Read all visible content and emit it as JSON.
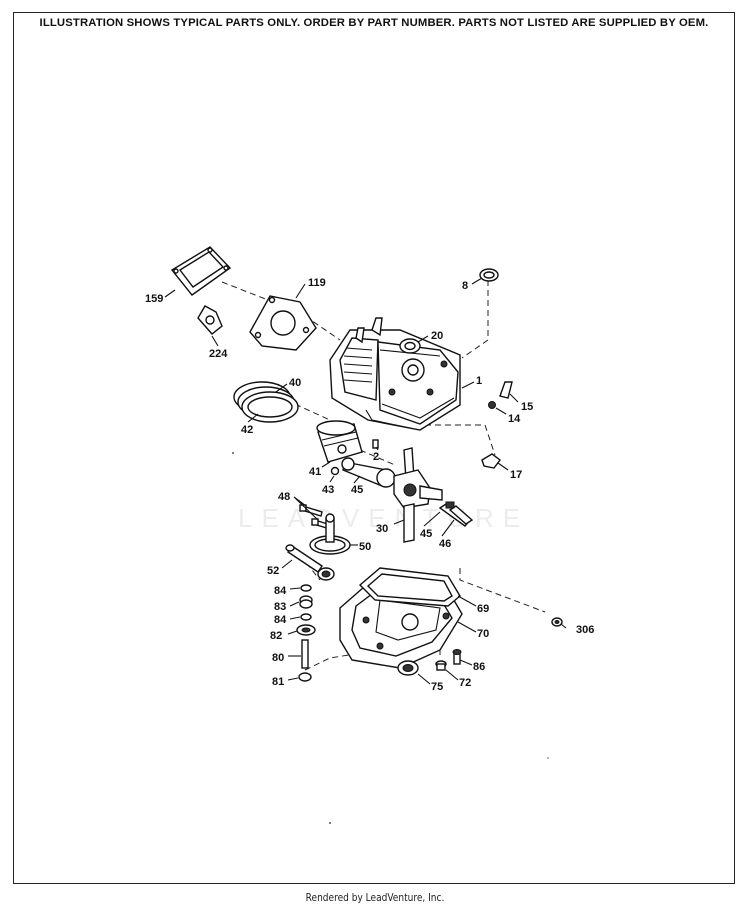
{
  "header": {
    "notice": "ILLUSTRATION SHOWS TYPICAL PARTS ONLY. ORDER BY PART NUMBER. PARTS NOT LISTED ARE SUPPLIED BY OEM."
  },
  "watermark": "LEADVENTURE",
  "callouts": {
    "c159": "159",
    "c119": "119",
    "c224": "224",
    "c8": "8",
    "c20": "20",
    "c40": "40",
    "c1": "1",
    "c42": "42",
    "c15": "15",
    "c14": "14",
    "c2": "2",
    "c41": "41",
    "c43": "43",
    "c45a": "45",
    "c17": "17",
    "c48": "48",
    "c30": "30",
    "c45b": "45",
    "c46": "46",
    "c50": "50",
    "c52": "52",
    "c84a": "84",
    "c83": "83",
    "c84b": "84",
    "c69": "69",
    "c306": "306",
    "c82": "82",
    "c70": "70",
    "c80": "80",
    "c86": "86",
    "c81": "81",
    "c75": "75",
    "c72": "72"
  },
  "footer": {
    "credit": "Rendered by LeadVenture, Inc."
  }
}
